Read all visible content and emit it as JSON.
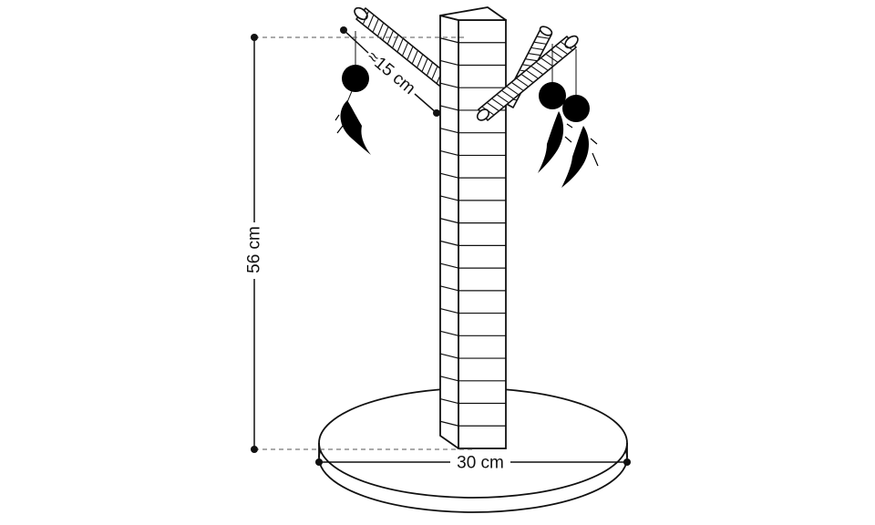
{
  "dimensions": {
    "height_label": "56 cm",
    "base_label": "30 cm",
    "branch_label": "≈15 cm"
  },
  "colors": {
    "ink": "#111111",
    "background": "#ffffff"
  },
  "parts": {
    "post_segments": 19,
    "branch_bands": 18
  }
}
